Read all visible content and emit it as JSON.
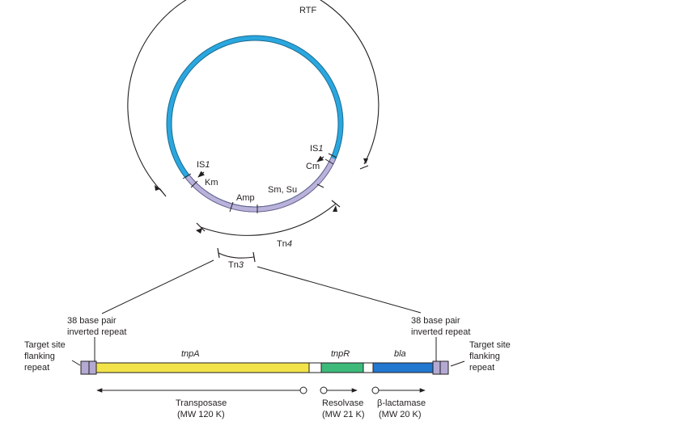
{
  "plasmid": {
    "name": "RTF",
    "is1_left": {
      "prefix": "IS",
      "num": "1"
    },
    "is1_right": {
      "prefix": "IS",
      "num": "1"
    },
    "genes": {
      "km": "Km",
      "amp": "Amp",
      "sm_su": "Sm, Su",
      "cm": "Cm"
    },
    "tn4": {
      "prefix": "Tn",
      "num": "4"
    },
    "tn3": {
      "prefix": "Tn",
      "num": "3"
    }
  },
  "transposon": {
    "left_repeat": [
      "38 base pair",
      "inverted repeat"
    ],
    "right_repeat": [
      "38 base pair",
      "inverted repeat"
    ],
    "left_target": [
      "Target site",
      "flanking",
      "repeat"
    ],
    "right_target": [
      "Target site",
      "flanking",
      "repeat"
    ],
    "genes": [
      {
        "name": "tnpA",
        "color": "#f2e34a"
      },
      {
        "name": "tnpR",
        "color": "#3dba7a"
      },
      {
        "name": "bla",
        "color": "#2277cf"
      }
    ],
    "repeat_color": "#b3a9d2",
    "products": [
      {
        "name": "Transposase",
        "mw": "(MW 120 K)"
      },
      {
        "name": "Resolvase",
        "mw": "(MW 21 K)"
      },
      {
        "name": "β-lactamase",
        "mw": "(MW 20 K)"
      }
    ]
  },
  "colors": {
    "backbone": "#2aa7df",
    "insert": "#b9b3dc",
    "outline": "#231f20"
  }
}
